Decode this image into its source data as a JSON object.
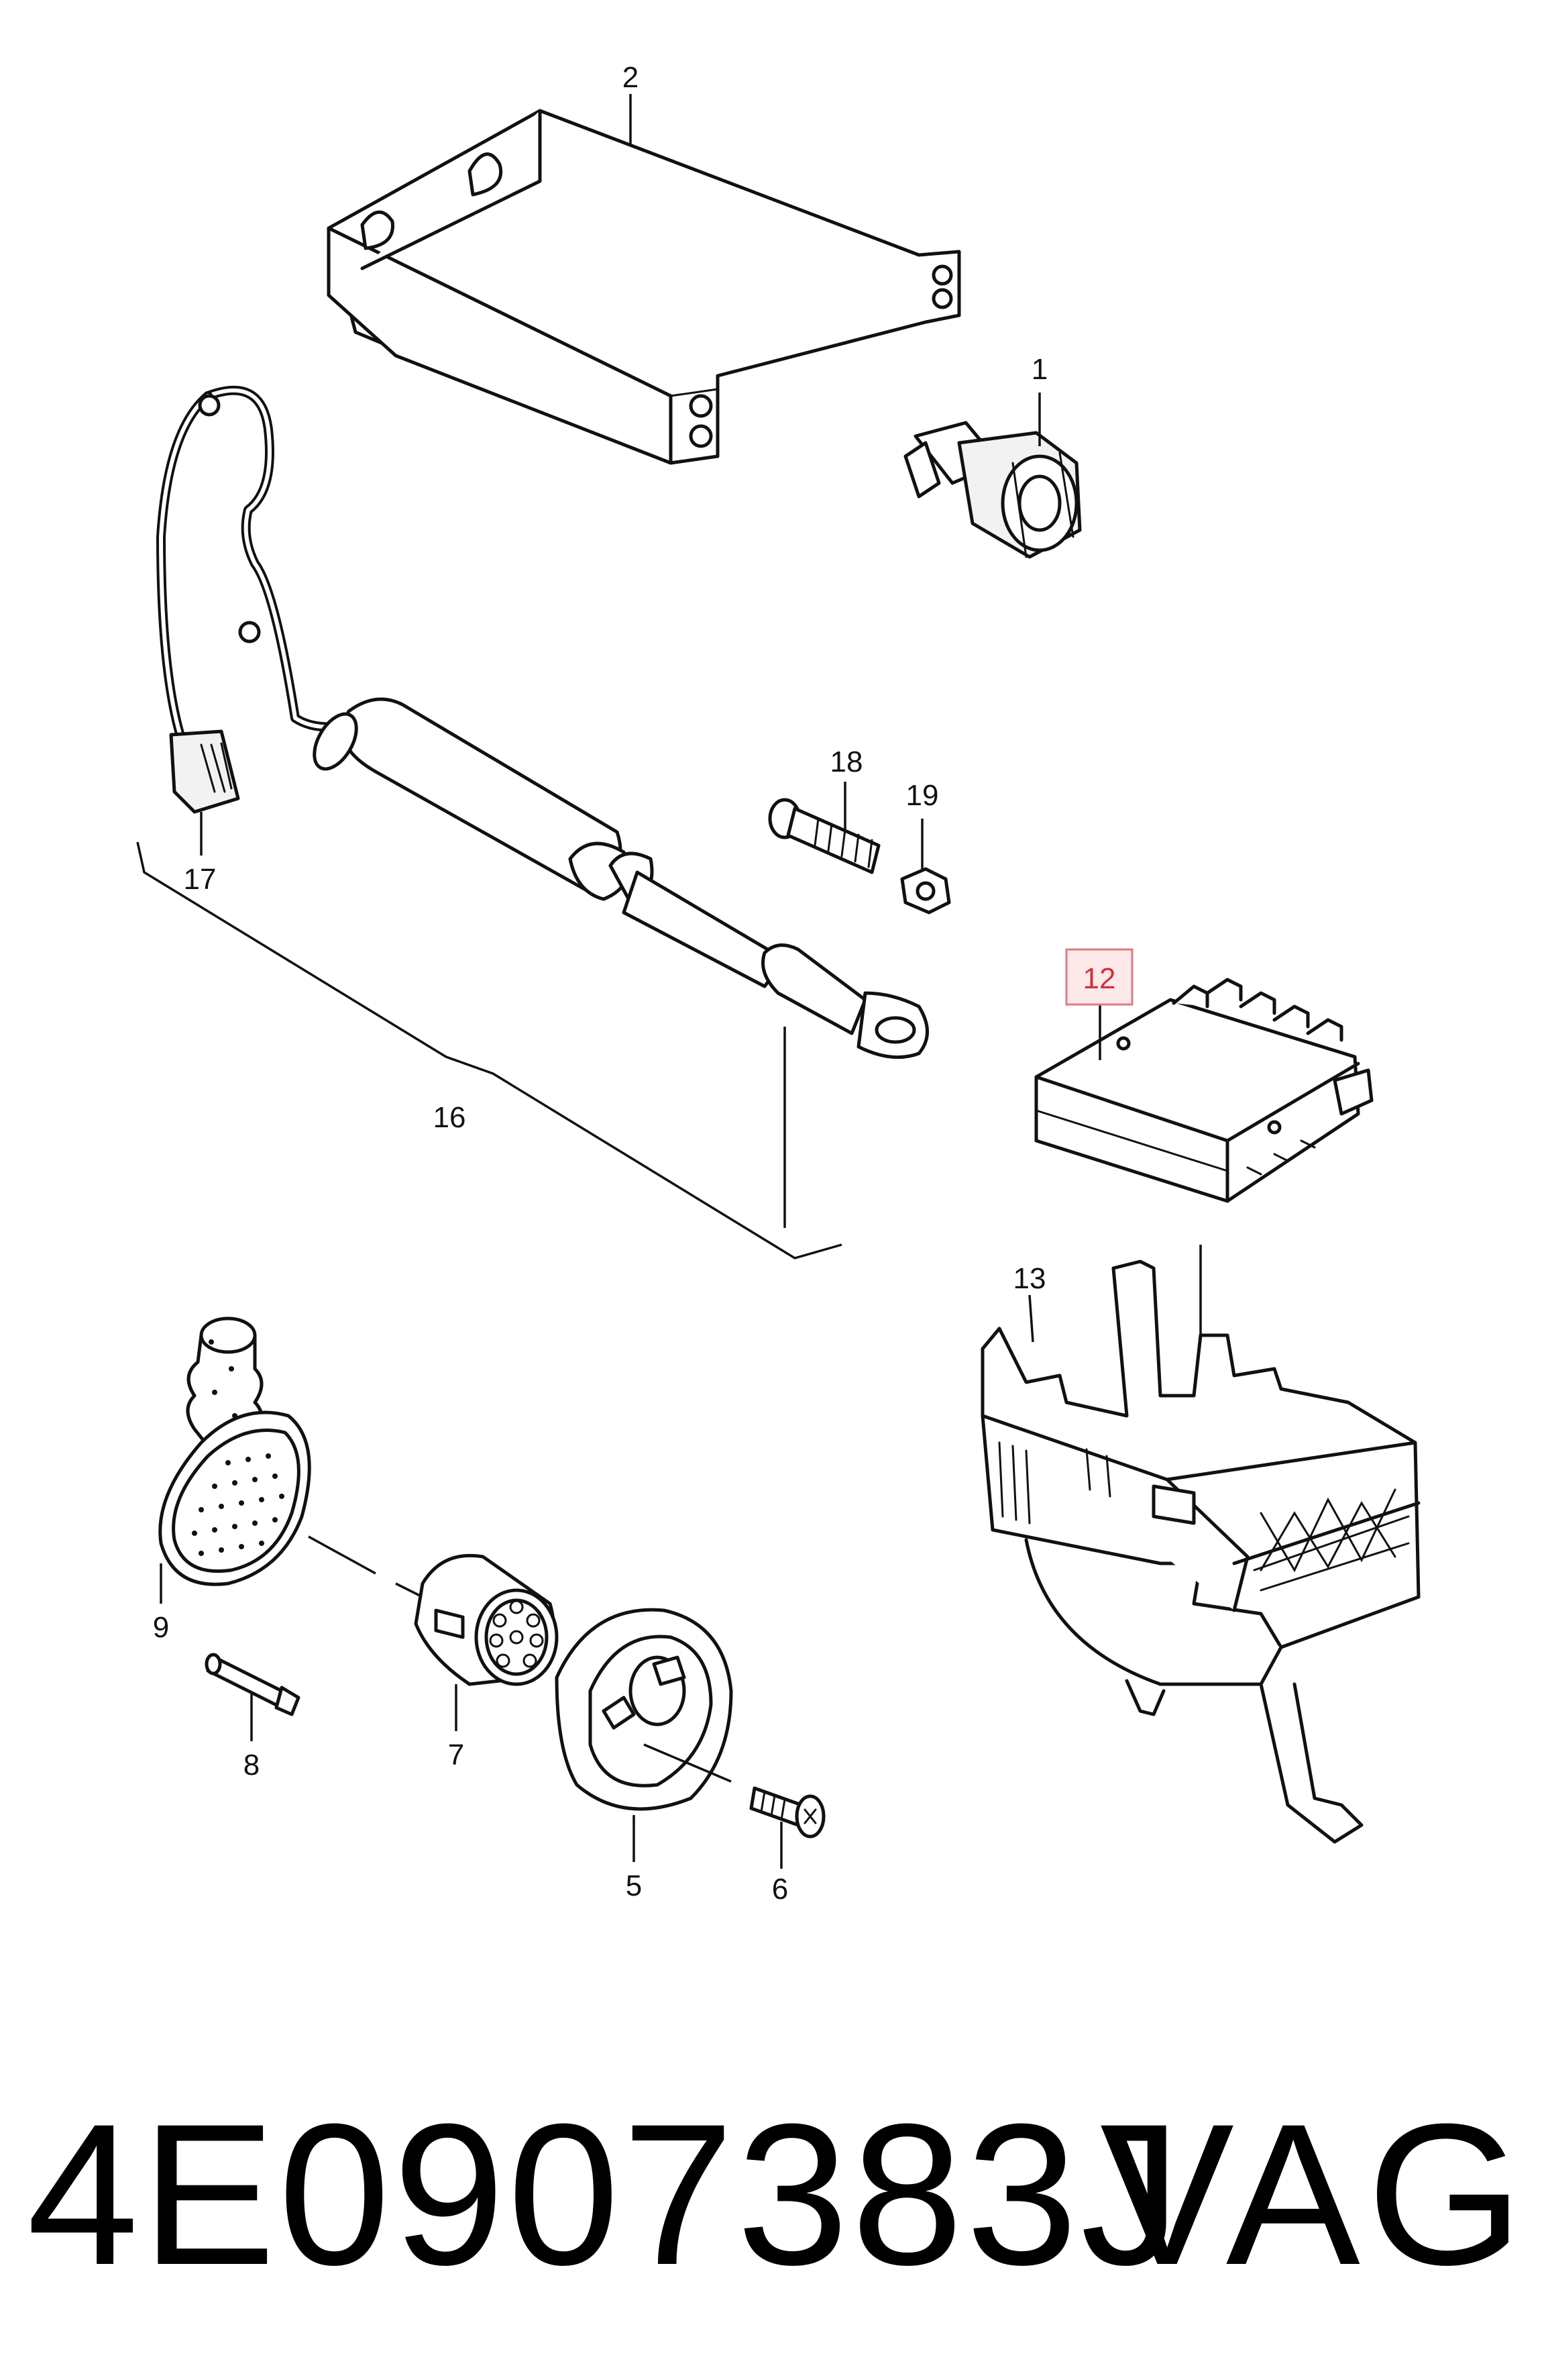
{
  "callouts": {
    "c1": "1",
    "c2": "2",
    "c5": "5",
    "c6": "6",
    "c7": "7",
    "c8": "8",
    "c9": "9",
    "c12": "12",
    "c13": "13",
    "c16": "16",
    "c17": "17",
    "c18": "18",
    "c19": "19"
  },
  "highlighted_callout": "12",
  "highlight_color": "#d0303a",
  "part_number": "4E0907383J",
  "brand": "VAG"
}
